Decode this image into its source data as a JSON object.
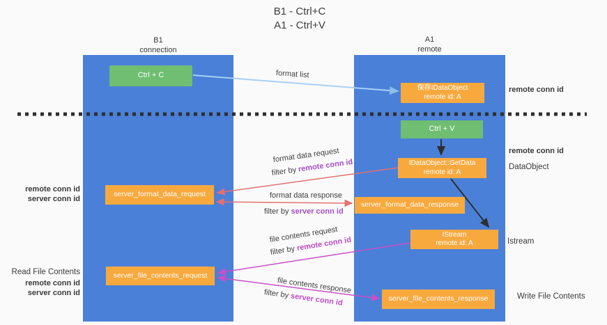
{
  "title": {
    "line1": "B1 - Ctrl+C",
    "line2": "A1 - Ctrl+V"
  },
  "lanes": {
    "left": {
      "name": "B1",
      "role": "connection"
    },
    "right": {
      "name": "A1",
      "role": "remote"
    }
  },
  "boxes": {
    "ctrl_c": "Ctrl + C",
    "ctrl_v": "Ctrl + V",
    "save_idataobject": {
      "line1": "保存IDataObject",
      "line2": "remote id: A"
    },
    "getdata": {
      "line1": "IDataObject::GetData",
      "line2": "remote id: A"
    },
    "istream": {
      "line1": "IStream",
      "line2": "remote id: A"
    },
    "server_format_data_request": "server_format_data_request",
    "server_format_data_response": "server_format_data_response",
    "server_file_contents_request": "server_file_contents_request",
    "server_file_contents_response": "server_file_contents_response"
  },
  "edge_labels": {
    "format_list": "format list",
    "format_data_request": "format data request",
    "format_data_response": "format data response",
    "file_contents_request": "file contents request",
    "file_contents_response": "file contents response",
    "filter_by": "filter by",
    "remote_conn_id": "remote conn id",
    "server_conn_id": "server conn id"
  },
  "side_labels": {
    "left": {
      "remote_conn_id": "remote conn id",
      "server_conn_id": "server conn id",
      "read_file_contents": "Read File Contents"
    },
    "right": {
      "remote_conn_id": "remote conn id",
      "data_object": "DataObject",
      "istream": "Istream",
      "write_file_contents": "Write File Contents"
    }
  },
  "colors": {
    "background": "#fafafa",
    "lane_blue": "#4a80d8",
    "box_orange": "#f8a93e",
    "box_green": "#6fbe71",
    "purple_text": "#a44fc8",
    "green_text": "#58b158",
    "magenta_arrow": "#ca4fc9",
    "salmon_arrow": "#e57070",
    "light_blue_arrow": "#a9cff2",
    "black_arrow": "#2f2f2f",
    "dashed_line": "#2e2e2e"
  }
}
